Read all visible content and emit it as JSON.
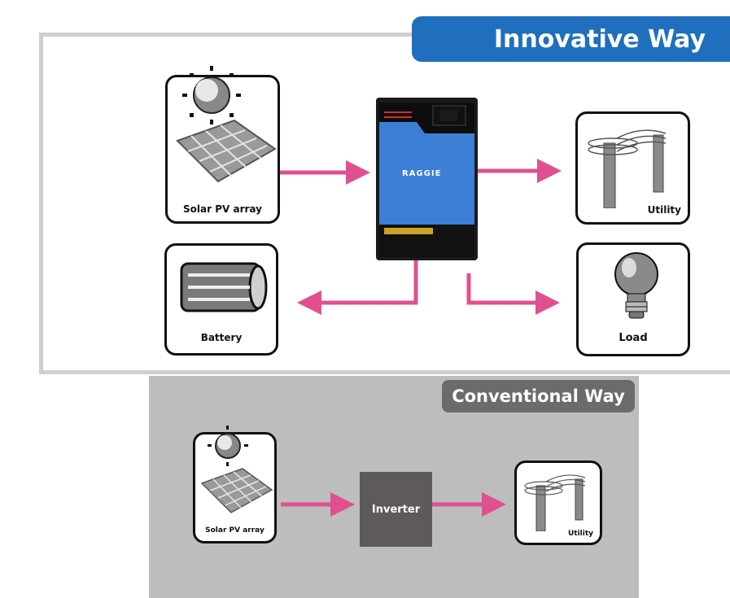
{
  "innovative": {
    "title": "Innovative Way",
    "labels": {
      "solar": "Solar PV array",
      "utility": "Utility",
      "battery": "Battery",
      "load": "Load"
    },
    "device_brand": "RAGGIE"
  },
  "conventional": {
    "title": "Conventional Way",
    "labels": {
      "solar": "Solar PV array",
      "inverter": "Inverter",
      "utility": "Utility"
    }
  },
  "colors": {
    "innovative_header": "#1f6fbe",
    "conventional_header": "#6b6b6b",
    "arrow": "#e0508f",
    "device_body": "#3d7fd6",
    "inverter_box": "#5e5a5a"
  },
  "icons": [
    "sun-icon",
    "solar-panel-icon",
    "utility-pole-icon",
    "battery-icon",
    "lightbulb-icon",
    "inverter-device-icon"
  ]
}
